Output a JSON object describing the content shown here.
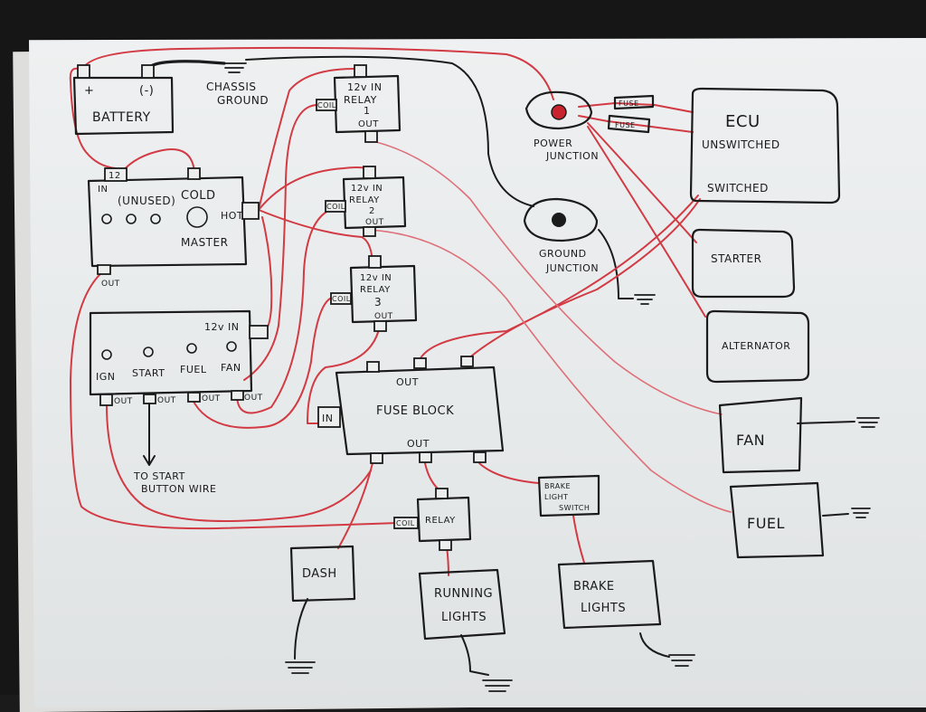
{
  "diagram": {
    "battery": {
      "label": "BATTERY",
      "pos": "+",
      "neg": "(-)"
    },
    "chassis_ground": {
      "line1": "CHASSIS",
      "line2": "GROUND"
    },
    "relay1": {
      "in": "12v IN",
      "name": "RELAY",
      "num": "1",
      "out": "OUT",
      "coil": "COIL"
    },
    "relay2": {
      "in": "12v IN",
      "name": "RELAY",
      "num": "2",
      "out": "OUT",
      "coil": "COIL"
    },
    "relay3": {
      "in": "12v IN",
      "name": "RELAY",
      "num": "3",
      "out": "OUT",
      "coil": "COIL"
    },
    "power_junction": {
      "line1": "POWER",
      "line2": "JUNCTION"
    },
    "ground_junction": {
      "line1": "GROUND",
      "line2": "JUNCTION"
    },
    "fuses": [
      "FUSE",
      "FUSE"
    ],
    "ecu": {
      "title": "ECU",
      "unswitched": "UNSWITCHED",
      "switched": "SWITCHED"
    },
    "master": {
      "in": "IN",
      "in_value": "12",
      "unused": "(UNUSED)",
      "cold": "COLD",
      "hot": "HOT",
      "name": "MASTER",
      "out": "OUT"
    },
    "switch_panel": {
      "in": "12v IN",
      "labels": [
        "IGN",
        "START",
        "FUEL",
        "FAN"
      ],
      "out": "OUT"
    },
    "start_button_note": {
      "line1": "TO START",
      "line2": "BUTTON WIRE"
    },
    "fuse_block": {
      "name": "FUSE BLOCK",
      "out_top": "OUT",
      "out_bottom": "OUT",
      "in": "IN"
    },
    "starter": "STARTER",
    "alternator": "ALTERNATOR",
    "fan": "FAN",
    "fuel": "FUEL",
    "relay_small": {
      "name": "RELAY",
      "coil": "COIL"
    },
    "dash": "DASH",
    "running_lights": {
      "line1": "RUNNING",
      "line2": "LIGHTS"
    },
    "brake_switch": {
      "line1": "BRAKE",
      "line2": "LIGHT",
      "line3": "SWITCH"
    },
    "brake_lights": {
      "line1": "BRAKE",
      "line2": "LIGHTS"
    }
  },
  "colors": {
    "ink": "#1b1b1b",
    "wire_red": "#d23a44",
    "paper": "#eceff0",
    "desk": "#161616"
  }
}
